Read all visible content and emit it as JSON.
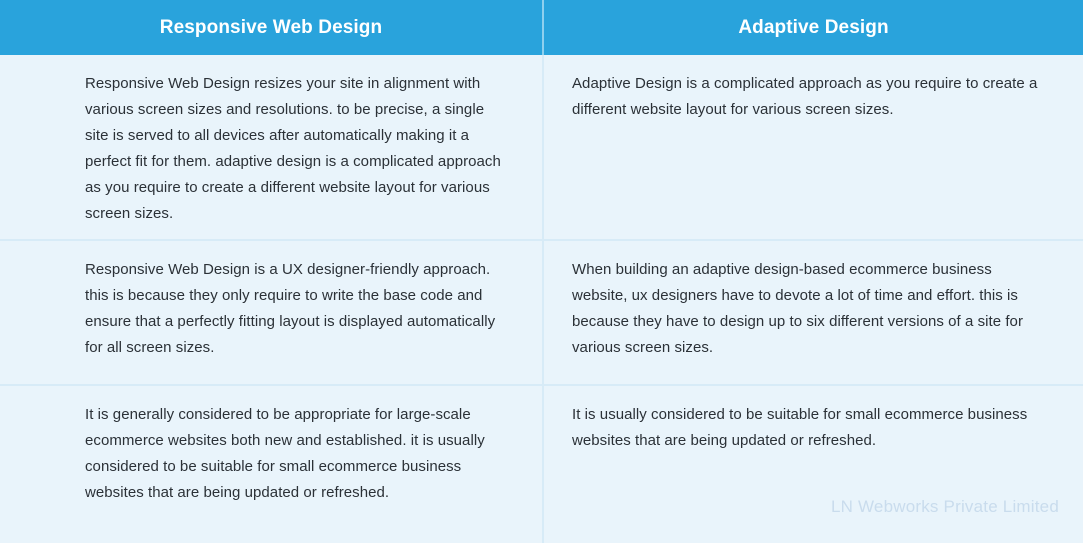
{
  "table": {
    "accent_color": "#29a3dc",
    "body_background": "#e9f4fb",
    "divider_color": "#d7ebf7",
    "header_text_color": "#ffffff",
    "body_text_color": "#2b3137",
    "columns": [
      {
        "title": "Responsive Web Design"
      },
      {
        "title": "Adaptive Design"
      }
    ],
    "rows": [
      {
        "left": "Responsive Web Design resizes your site in alignment with various screen sizes and resolutions. to be precise, a single site is served to all devices after automatically making it a perfect fit for them.  adaptive design is a complicated approach as you require to create a different website layout for various screen sizes.",
        "right": "Adaptive Design is a complicated approach as you require to create a different website layout for various screen sizes."
      },
      {
        "left": "Responsive Web Design is a UX designer-friendly approach. this is because they only require to write the base code and ensure that a perfectly fitting layout is displayed automatically for all screen sizes.",
        "right": "When building an adaptive design-based ecommerce business website, ux designers have to devote a lot of time and effort. this is because they have to design up to six different versions of a site for various screen sizes."
      },
      {
        "left": "It is generally considered to be appropriate for large-scale ecommerce websites both new and established.  it is usually considered to be suitable for small ecommerce business websites that are being updated or refreshed.",
        "right": "It is usually considered to be suitable for small ecommerce business websites that are being updated or refreshed."
      }
    ]
  },
  "watermark": {
    "text": "LN Webworks Private Limited",
    "color": "#c9dced"
  }
}
